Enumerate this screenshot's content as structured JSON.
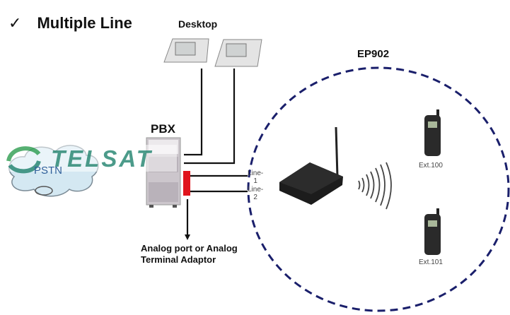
{
  "title": {
    "check": "✓",
    "text": "Multiple Line"
  },
  "labels": {
    "desktop": "Desktop",
    "ep902": "EP902",
    "pbx": "PBX",
    "pstn": "PSTN",
    "line1": "Line-\n1",
    "line2": "Line-\n2",
    "analog_line1": "Analog port or Analog",
    "analog_line2": "Terminal Adaptor",
    "ext100": "Ext.100",
    "ext101": "Ext.101"
  },
  "watermark": "TELSAT",
  "colors": {
    "circle": "#1a1f6b",
    "adaptor": "#e0141c",
    "cloud": "#d4e8f2",
    "logo": "#2d8a76"
  }
}
